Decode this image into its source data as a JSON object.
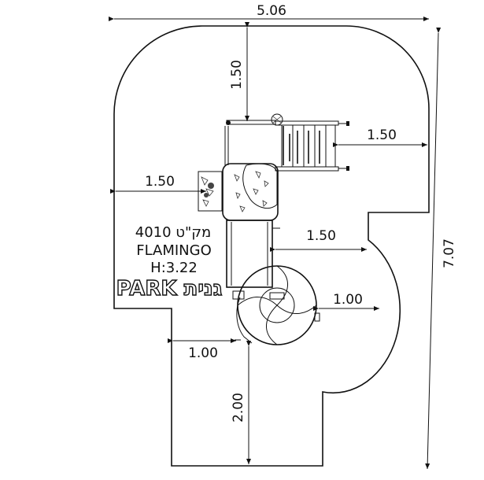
{
  "dimensions": {
    "total_width": "5.06",
    "total_height": "7.07",
    "top_clearance": "1.50",
    "right_clearance": "1.50",
    "left_clearance": "1.50",
    "mid_right_clearance": "1.50",
    "spiral_right_clearance": "1.00",
    "spiral_left_clearance": "1.00",
    "bottom_clearance": "2.00"
  },
  "product": {
    "catalog_line": "4010 מק\"ט",
    "name": "FLAMINGO",
    "height": "H:3.22"
  },
  "logo": {
    "text": "PARK גנית"
  }
}
